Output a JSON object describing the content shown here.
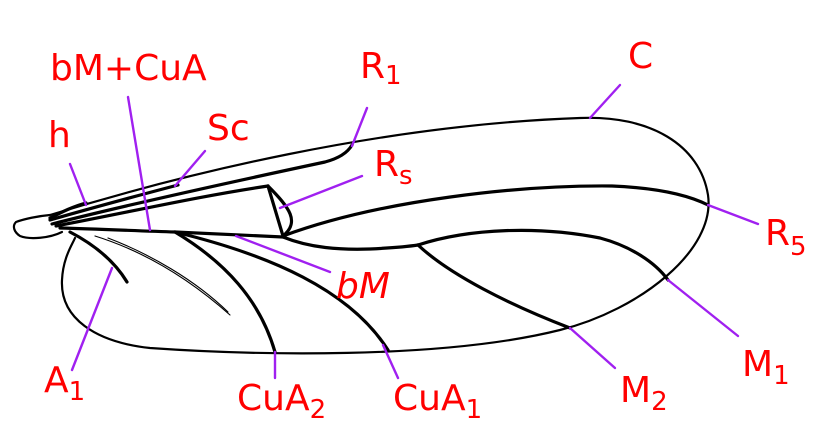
{
  "colors": {
    "label": "#ff0000",
    "leader": "#a020f0",
    "vein": "#000000",
    "background": "#ffffff"
  },
  "labels": {
    "bm_cua": "bM+CuA",
    "h": "h",
    "sc": "Sc",
    "r1": {
      "base": "R",
      "sub": "1"
    },
    "c": "C",
    "rs": {
      "base": "R",
      "sub": "s"
    },
    "r5": {
      "base": "R",
      "sub": "5"
    },
    "bm": "bM",
    "a1": {
      "base": "A",
      "sub": "1"
    },
    "cua2": {
      "base": "CuA",
      "sub": "2"
    },
    "cua1": {
      "base": "CuA",
      "sub": "1"
    },
    "m2": {
      "base": "M",
      "sub": "2"
    },
    "m1": {
      "base": "M",
      "sub": "1"
    }
  }
}
